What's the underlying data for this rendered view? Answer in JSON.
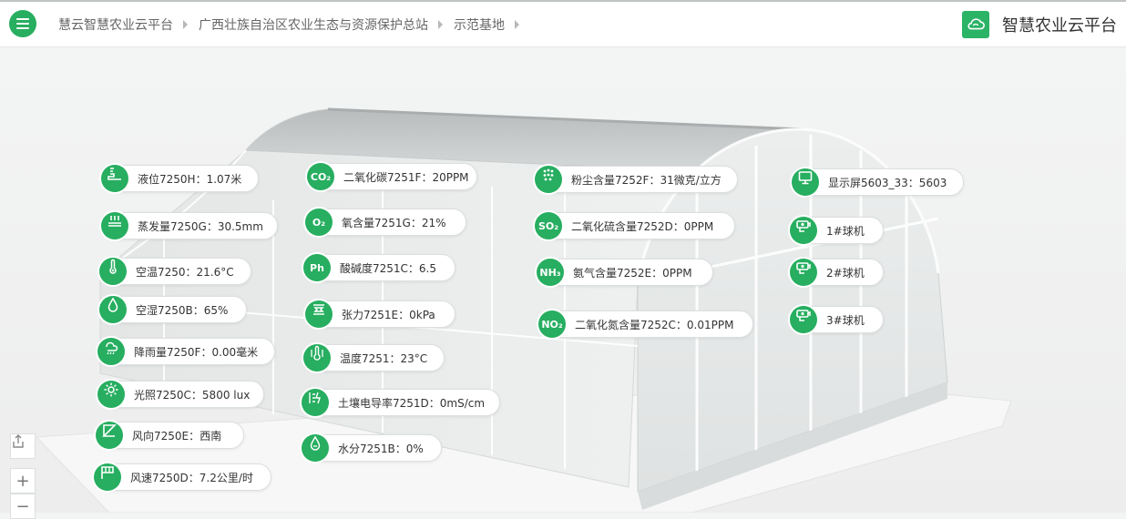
{
  "header": {
    "breadcrumbs": [
      "慧云智慧农业云平台",
      "广西壮族自治区农业生态与资源保护总站",
      "示范基地"
    ],
    "brand_title": "智慧农业云平台"
  },
  "colors": {
    "accent": "#27ae60",
    "background": "#f3f4f4"
  },
  "sensors": {
    "col1": [
      {
        "icon": "water-level-icon",
        "label": "液位7250H：1.07米"
      },
      {
        "icon": "evaporation-icon",
        "label": "蒸发量7250G：30.5mm"
      },
      {
        "icon": "thermometer-icon",
        "label": "空温7250：21.6°C"
      },
      {
        "icon": "droplet-icon",
        "label": "空湿7250B：65%"
      },
      {
        "icon": "rain-icon",
        "label": "降雨量7250F：0.00毫米"
      },
      {
        "icon": "sun-icon",
        "label": "光照7250C：5800 lux"
      },
      {
        "icon": "wind-direction-icon",
        "label": "风向7250E：西南"
      },
      {
        "icon": "wind-speed-icon",
        "label": "风速7250D：7.2公里/时"
      }
    ],
    "col2": [
      {
        "icon": "co2-icon",
        "icon_text": "CO₂",
        "label": "二氧化碳7251F：20PPM"
      },
      {
        "icon": "o2-icon",
        "icon_text": "O₂",
        "label": "氧含量7251G：21%"
      },
      {
        "icon": "ph-icon",
        "icon_text": "Ph",
        "label": "酸碱度7251C：6.5"
      },
      {
        "icon": "tension-icon",
        "label": "张力7251E：0kPa"
      },
      {
        "icon": "soil-temperature-icon",
        "label": "温度7251：23°C"
      },
      {
        "icon": "conductivity-icon",
        "label": "土壤电导率7251D：0mS/cm"
      },
      {
        "icon": "moisture-icon",
        "label": "水分7251B：0%"
      }
    ],
    "col3": [
      {
        "icon": "dust-icon",
        "label": "粉尘含量7252F：31微克/立方"
      },
      {
        "icon": "so2-icon",
        "icon_text": "SO₂",
        "label": "二氧化硫含量7252D：0PPM"
      },
      {
        "icon": "nh3-icon",
        "icon_text": "NH₃",
        "label": "氨气含量7252E：0PPM"
      },
      {
        "icon": "no2-icon",
        "icon_text": "NO₂",
        "label": "二氧化氮含量7252C：0.01PPM"
      }
    ],
    "col4": [
      {
        "icon": "display-screen-icon",
        "label": "显示屏5603_33：5603"
      },
      {
        "icon": "camera-icon",
        "label": "1#球机"
      },
      {
        "icon": "camera-icon",
        "label": "2#球机"
      },
      {
        "icon": "camera-icon",
        "label": "3#球机"
      }
    ]
  },
  "tools": {
    "zoom_in": "+",
    "zoom_out": "−"
  }
}
